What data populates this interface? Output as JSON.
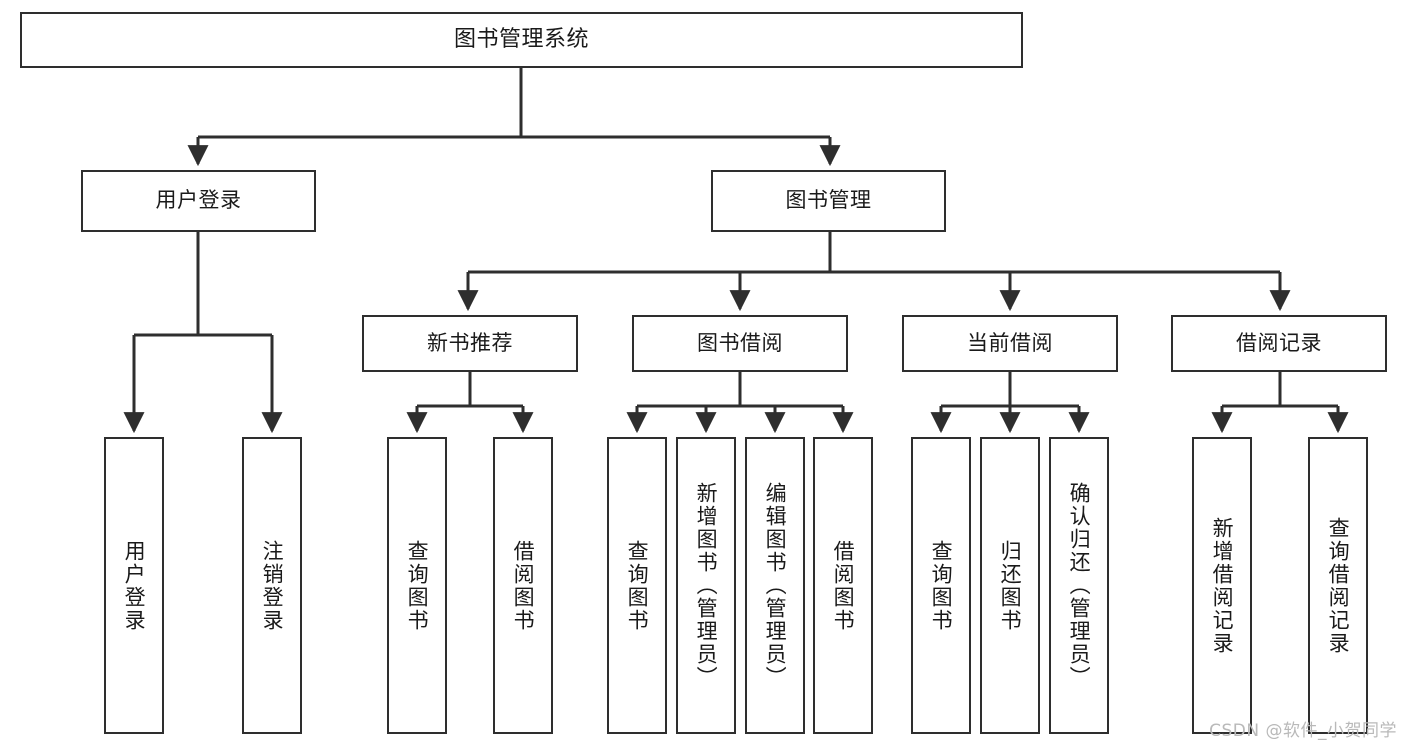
{
  "diagram": {
    "type": "tree-hierarchy",
    "title": "图书管理系统",
    "orientation": "top-down",
    "colors": {
      "stroke": "#2e2e2e",
      "fill": "#ffffff",
      "text": "#1a1a1a",
      "watermark": "#b9b9b9"
    },
    "levels": {
      "root": {
        "label": "图书管理系统"
      },
      "level1": [
        {
          "label": "用户登录"
        },
        {
          "label": "图书管理"
        }
      ],
      "level2": [
        {
          "label": "新书推荐"
        },
        {
          "label": "图书借阅"
        },
        {
          "label": "当前借阅"
        },
        {
          "label": "借阅记录"
        }
      ],
      "leaves": {
        "user_login": [
          {
            "label": "用户登录"
          },
          {
            "label": "注销登录"
          }
        ],
        "new_book_recommend": [
          {
            "label": "查询图书"
          },
          {
            "label": "借阅图书"
          }
        ],
        "book_borrow": [
          {
            "label": "查询图书"
          },
          {
            "label": "新增图书（管理员）"
          },
          {
            "label": "编辑图书（管理员）"
          },
          {
            "label": "借阅图书"
          }
        ],
        "current_borrow": [
          {
            "label": "查询图书"
          },
          {
            "label": "归还图书"
          },
          {
            "label": "确认归还（管理员）"
          }
        ],
        "borrow_record": [
          {
            "label": "新增借阅记录"
          },
          {
            "label": "查询借阅记录"
          }
        ]
      }
    },
    "watermark": "CSDN @软件_小贺同学"
  }
}
